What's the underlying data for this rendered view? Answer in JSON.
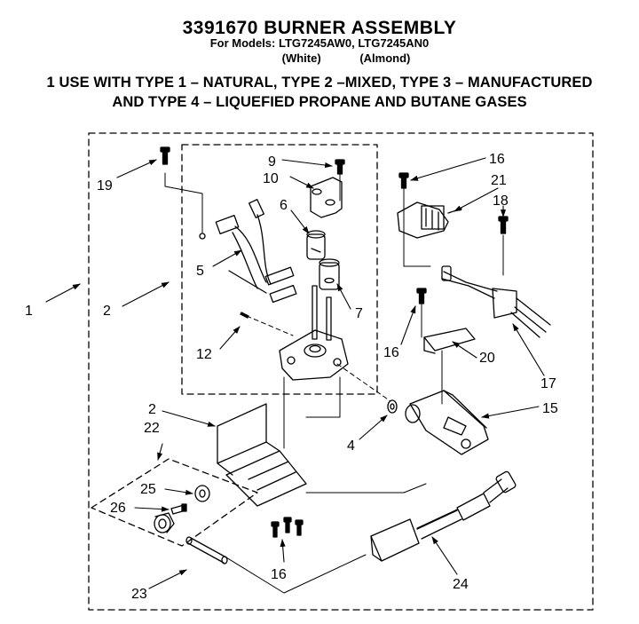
{
  "header": {
    "title": "3391670 BURNER ASSEMBLY",
    "models_line": "For Models: LTG7245AW0, LTG7245AN0",
    "color_white": "(White)",
    "color_almond": "(Almond)",
    "note_line1": "1 USE WITH TYPE 1 – NATURAL, TYPE 2 –MIXED, TYPE 3 – MANUFACTURED",
    "note_line2": "AND TYPE 4 – LIQUEFIED PROPANE AND BUTANE GASES"
  },
  "callouts": [
    {
      "id": "c1",
      "text": "1"
    },
    {
      "id": "c2a",
      "text": "2"
    },
    {
      "id": "c2b",
      "text": "2"
    },
    {
      "id": "c4",
      "text": "4"
    },
    {
      "id": "c5",
      "text": "5"
    },
    {
      "id": "c6",
      "text": "6"
    },
    {
      "id": "c7",
      "text": "7"
    },
    {
      "id": "c9",
      "text": "9"
    },
    {
      "id": "c10",
      "text": "10"
    },
    {
      "id": "c12",
      "text": "12"
    },
    {
      "id": "c15",
      "text": "15"
    },
    {
      "id": "c16a",
      "text": "16"
    },
    {
      "id": "c16b",
      "text": "16"
    },
    {
      "id": "c16c",
      "text": "16"
    },
    {
      "id": "c17",
      "text": "17"
    },
    {
      "id": "c18",
      "text": "18"
    },
    {
      "id": "c19",
      "text": "19"
    },
    {
      "id": "c20",
      "text": "20"
    },
    {
      "id": "c21",
      "text": "21"
    },
    {
      "id": "c22",
      "text": "22"
    },
    {
      "id": "c23",
      "text": "23"
    },
    {
      "id": "c24",
      "text": "24"
    },
    {
      "id": "c25",
      "text": "25"
    },
    {
      "id": "c26",
      "text": "26"
    }
  ]
}
